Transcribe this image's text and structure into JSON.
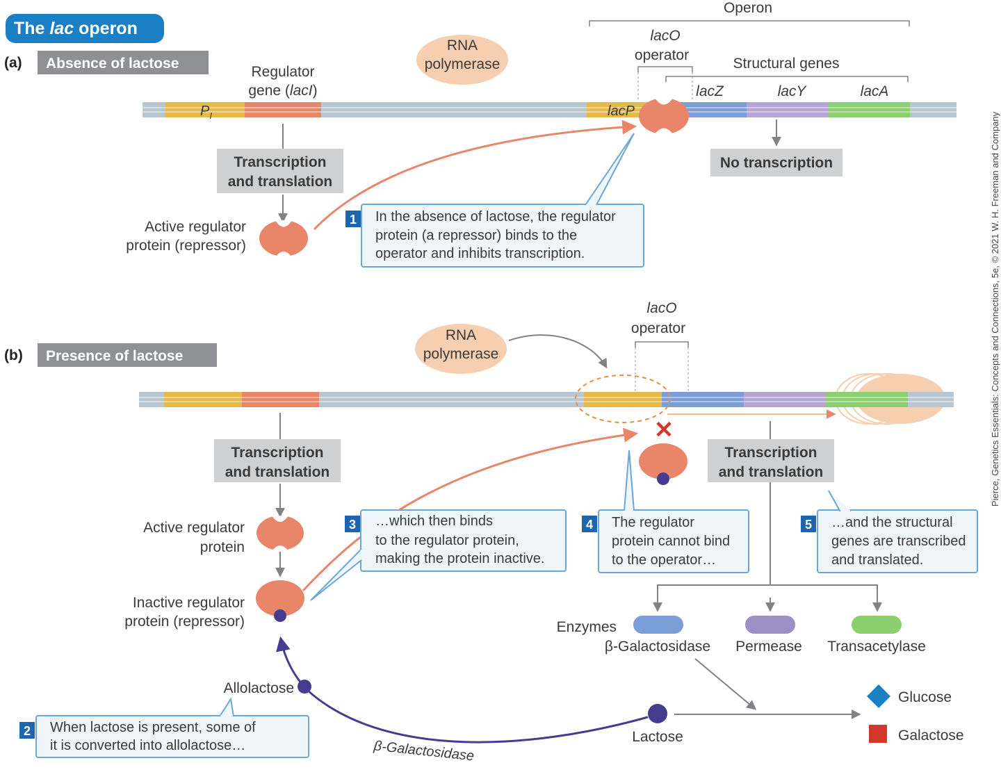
{
  "title": {
    "prefix": "The ",
    "italic": "lac",
    "suffix": " operon"
  },
  "colors": {
    "title_bg": "#1a7fc4",
    "section_bg": "#8e9093",
    "dna": "#b8c6d1",
    "promoter": "#e6b94a",
    "lacI": "#e98569",
    "lacZ": "#7b9ed8",
    "lacY": "#b4a5d3",
    "lacA": "#8ccf6e",
    "repressor": "#e98569",
    "polymerase": "#f6ceb0",
    "inducer": "#463c8f",
    "glucose": "#1a7fc4",
    "galactose": "#d2382a"
  },
  "panel_a": {
    "letter": "(a)",
    "section": "Absence of lactose",
    "operon_label": "Operon",
    "operator_italic": "lacO",
    "operator_word": "operator",
    "structural_genes": "Structural genes",
    "lacZ": "lacZ",
    "lacY": "lacY",
    "lacA": "lacA",
    "regulator_gene_line1": "Regulator",
    "regulator_gene_line2_prefix": "gene (",
    "regulator_gene_italic": "lacI",
    "regulator_gene_close": ")",
    "p_label": "P",
    "p_sub": "I",
    "lacP": "lacP",
    "rna_pol_line1": "RNA",
    "rna_pol_line2": "polymerase",
    "tt_line1": "Transcription",
    "tt_line2": "and translation",
    "no_transcription": "No transcription",
    "active_reg_line1": "Active regulator",
    "active_reg_line2": "protein (repressor)",
    "step1_num": "1",
    "step1_line1": "In the absence of lactose, the regulator",
    "step1_line2": "protein (a repressor) binds to the",
    "step1_line3": "operator and inhibits transcription."
  },
  "panel_b": {
    "letter": "(b)",
    "section": "Presence of lactose",
    "operator_italic": "lacO",
    "operator_word": "operator",
    "rna_pol_line1": "RNA",
    "rna_pol_line2": "polymerase",
    "tt_left_line1": "Transcription",
    "tt_left_line2": "and translation",
    "tt_right_line1": "Transcription",
    "tt_right_line2": "and translation",
    "active_reg_line1": "Active regulator",
    "active_reg_line2": "protein",
    "inactive_reg_line1": "Inactive regulator",
    "inactive_reg_line2": "protein (repressor)",
    "allolactose": "Allolactose",
    "lactose": "Lactose",
    "bgal_arrow": "β-Galactosidase",
    "enzymes": "Enzymes",
    "enzyme1": "β-Galactosidase",
    "enzyme2": "Permease",
    "enzyme3": "Transacetylase",
    "glucose": "Glucose",
    "galactose": "Galactose",
    "x_mark": "✕",
    "step2_num": "2",
    "step2_line1": "When lactose is present, some of",
    "step2_line2": "it is converted into allolactose…",
    "step3_num": "3",
    "step3_line1": "…which then binds",
    "step3_line2": "to the regulator protein,",
    "step3_line3": "making the protein inactive.",
    "step4_num": "4",
    "step4_line1": "The regulator",
    "step4_line2": "protein cannot bind",
    "step4_line3": "to the operator…",
    "step5_num": "5",
    "step5_line1": "…and the structural",
    "step5_line2": "genes are transcribed",
    "step5_line3": "and translated."
  },
  "credit": "Pierce, Genetics Essentials: Concepts and Connections, 5e, © 2021 W. H. Freeman and Company"
}
